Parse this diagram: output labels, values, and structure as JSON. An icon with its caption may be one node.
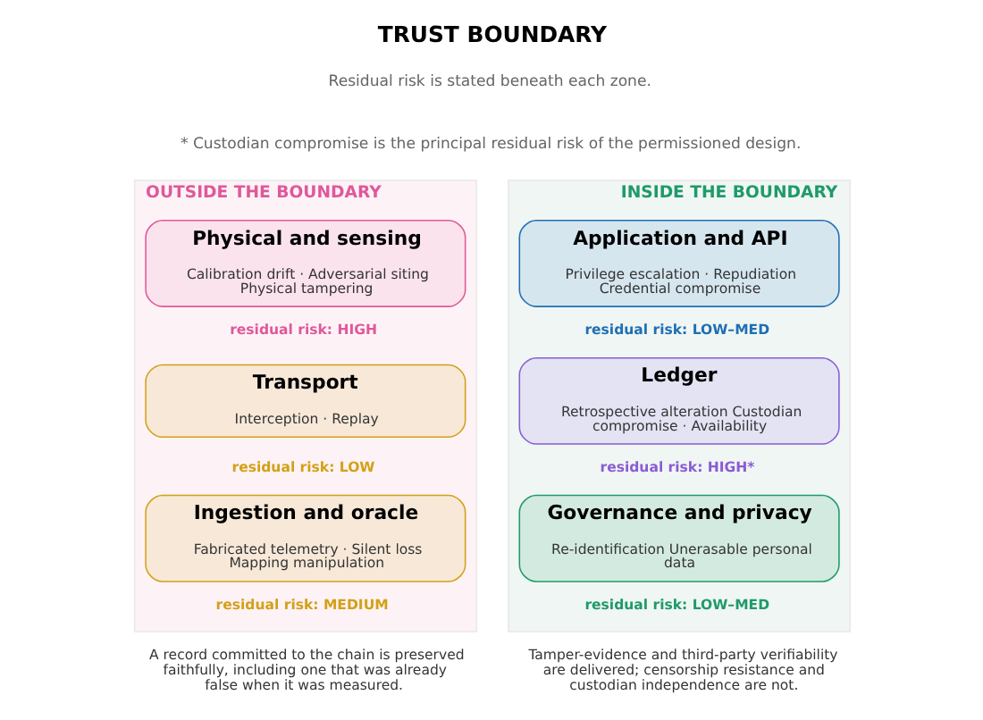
{
  "diagram": {
    "title": "TRUST BOUNDARY",
    "nodes": [
      {
        "text": [
          "OUTSIDE THE BOUNDARY"
        ]
      },
      {
        "text": [
          "Physical and sensing",
          "Calibration drift · Adversarial siting Physical tampering"
        ],
        "in": 0,
        "beside": [
          "residual risk: HIGH"
        ]
      },
      {
        "text": [
          "Transport",
          "Interception · Replay"
        ],
        "in": 0,
        "beside": [
          "residual risk: LOW"
        ]
      },
      {
        "text": [
          "Ingestion and oracle",
          "Fabricated telemetry · Silent loss Mapping manipulation"
        ],
        "in": 0,
        "beside": [
          "residual risk: MEDIUM"
        ]
      },
      {
        "text": [
          "INSIDE THE BOUNDARY"
        ]
      },
      {
        "text": [
          "Application and API",
          "Privilege escalation · Repudiation Credential compromise"
        ],
        "in": 4,
        "beside": [
          "residual risk: LOW–MED"
        ]
      },
      {
        "text": [
          "Ledger",
          "Retrospective alteration Custodian compromise · Availability"
        ],
        "in": 4,
        "beside": [
          "residual risk: HIGH*"
        ]
      },
      {
        "text": [
          "Governance and privacy",
          "Re-identification Unerasable personal data"
        ],
        "in": 4,
        "beside": [
          "residual risk: LOW–MED"
        ]
      }
    ],
    "edges": [],
    "labels": [
      "Residual risk is stated beneath each zone.",
      "* Custodian compromise is the principal residual risk of the permissioned design.",
      "A record committed to the chain is preserved faithfully, including one that was already false when it was measured.",
      "Tamper-evidence and third-party verifiability are delivered; censorship resistance and custodian independence are not."
    ]
  }
}
